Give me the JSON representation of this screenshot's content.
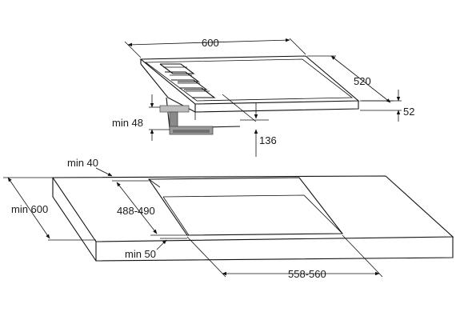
{
  "colors": {
    "line": "#111111",
    "bracket_light": "#b8b8b8",
    "bracket_dark": "#6f6f6f",
    "background": "#ffffff"
  },
  "hob": {
    "width": "600",
    "depth": "520",
    "height": "52",
    "clearance_below": "136",
    "min_bracket_height": "min 48"
  },
  "worktop": {
    "min_depth": "min 600",
    "min_back_margin": "min 40",
    "cutout_depth": "488-490",
    "min_front_margin": "min 50",
    "cutout_width": "558-560"
  }
}
